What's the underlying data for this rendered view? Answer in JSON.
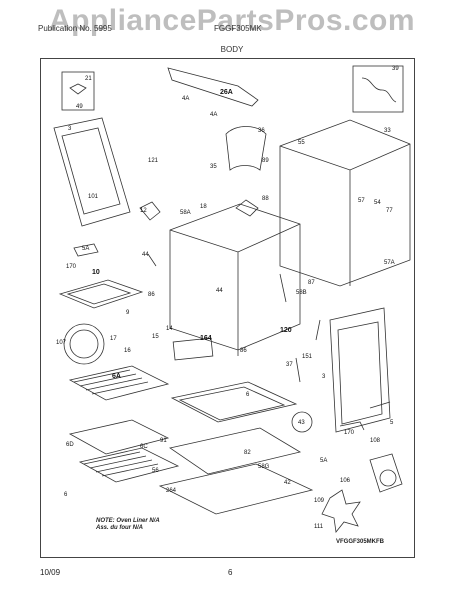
{
  "watermark": "AppliancePartsPros.com",
  "header": {
    "left": "Publication No. 5995",
    "right": "FGGF305MK",
    "section": "BODY"
  },
  "labels": [
    "21",
    "49",
    "4A",
    "26A",
    "4A",
    "36",
    "39",
    "3",
    "121",
    "35",
    "89",
    "55",
    "33",
    "101",
    "58A",
    "18",
    "88",
    "57",
    "54",
    "12",
    "77",
    "5A",
    "44",
    "57A",
    "170",
    "10",
    "86",
    "44",
    "58B",
    "87",
    "9",
    "107",
    "164",
    "14",
    "120",
    "17",
    "16",
    "15",
    "86",
    "151",
    "37",
    "6A",
    "6",
    "3",
    "6D",
    "43",
    "91",
    "82",
    "5",
    "6C",
    "58G",
    "170",
    "108",
    "56",
    "42",
    "5A",
    "6",
    "264",
    "106",
    "109",
    "111"
  ],
  "notes": {
    "line1": "NOTE: Oven Liner N/A",
    "line2": "Ass. du four N/A"
  },
  "model_code": "VFGGF305MKFB",
  "footer": {
    "date": "10/09",
    "page": "6"
  }
}
